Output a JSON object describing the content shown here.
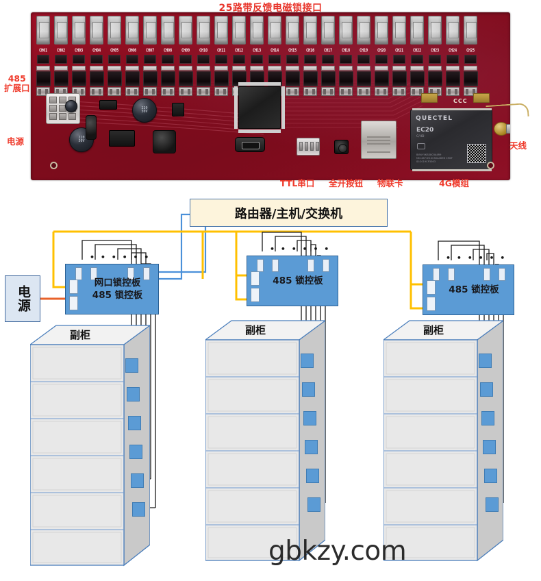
{
  "pcb": {
    "title": "25路带反馈电磁锁接口",
    "channels": [
      "CH01",
      "CH02",
      "CH03",
      "CH04",
      "CH05",
      "CH06",
      "CH07",
      "CH08",
      "CH09",
      "CH10",
      "CH11",
      "CH12",
      "CH13",
      "CH14",
      "CH15",
      "CH16",
      "CH17",
      "CH18",
      "CH19",
      "CH20",
      "CH21",
      "CH22",
      "CH23",
      "CH24",
      "CH25"
    ],
    "labels": {
      "rs485_ext": "485\n扩展口",
      "rs485_ext_line1": "485",
      "rs485_ext_line2": "扩展口",
      "power": "电源",
      "ttl_serial": "TTL串口",
      "all_open_button": "全开按钮",
      "iot_card": "物联卡",
      "module_4g": "4G模组",
      "antenna": "天线"
    },
    "module": {
      "brand": "QUECTEL",
      "model": "EC20",
      "submodel": "C/HD",
      "code": "EC20CEHDLG-N06-SNNSS",
      "fineprint": "BJ9UY4KB3803A4R9\nMD:4671E10CS0A469B\nCMIIT ID:2019CP3363",
      "cert": "CCC"
    }
  },
  "diagram": {
    "router": {
      "label": "路由器/主机/交换机"
    },
    "power": {
      "label": "电源"
    },
    "boards": [
      {
        "id": "board-1",
        "line1": "网口锁控板",
        "line2": "485 锁控板",
        "dots": "• • • • • •"
      },
      {
        "id": "board-2",
        "line1": "485 锁控板",
        "line2": "",
        "dots": "• • • • • •"
      },
      {
        "id": "board-3",
        "line1": "485 锁控板",
        "line2": "",
        "dots": "• • • • • •"
      }
    ],
    "cabinets": [
      {
        "id": "cabinet-1",
        "label": "副柜",
        "shelves": 6,
        "locks": 6
      },
      {
        "id": "cabinet-2",
        "label": "副柜",
        "shelves": 6,
        "locks": 6
      },
      {
        "id": "cabinet-3",
        "label": "副柜",
        "shelves": 6,
        "locks": 6
      }
    ],
    "colors": {
      "network_cable": "#4a90d9",
      "rs485_cable": "#ffc000",
      "power_cable": "#e8622a",
      "board_fill": "#5b9bd5",
      "router_fill": "#fdf4dc",
      "cabinet_fill": "#e8e8e8"
    }
  },
  "watermark": {
    "text": "gbkzy.com"
  }
}
